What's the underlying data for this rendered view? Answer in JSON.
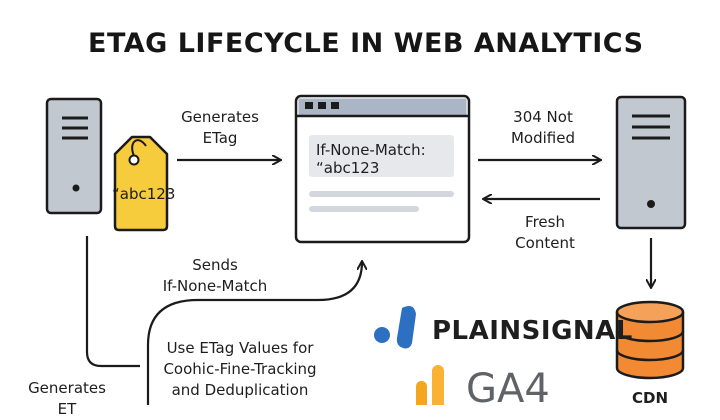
{
  "title": "ETAG LIFECYCLE IN WEB ANALYTICS",
  "tag_value": "“abc123",
  "browser": {
    "header_line1": "If-None-Match:",
    "header_line2": "“abc123"
  },
  "labels": {
    "generates_etag_1": "Generates",
    "generates_etag_2": "ETag",
    "not_modified_1": "304 Not",
    "not_modified_2": "Modified",
    "fresh_1": "Fresh",
    "fresh_2": "Content",
    "sends_1": "Sends",
    "sends_2": "If-None-Match",
    "use_1": "Use ETag Values for",
    "use_2": "Coohic-Fine-Tracking",
    "use_3": "and Deduplication",
    "generates_bottom_1": "Generates",
    "generates_bottom_2": "ET",
    "cdn": "CDN"
  },
  "brands": {
    "plainsignal": "PLAINSIGNAL",
    "ga4": "GA4"
  },
  "colors": {
    "tag": "#f6cc3c",
    "server": "#c2c8cf",
    "browser_bar": "#aab5c6",
    "cdn": "#f28a33",
    "plainsignal_blue": "#2d6fc1",
    "ga4_orange": "#f4a620"
  },
  "icons": [
    "server-icon",
    "tag-icon",
    "browser-window-icon",
    "cdn-database-icon",
    "plainsignal-logo-icon",
    "ga4-logo-icon"
  ]
}
